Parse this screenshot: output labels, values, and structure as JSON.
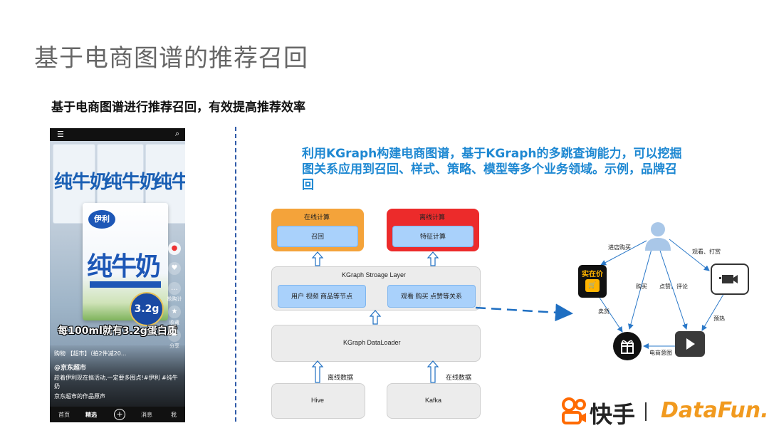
{
  "title": "基于电商图谱的推荐召回",
  "subtitle": "基于电商图谱进行推荐召回，有效提高推荐效率",
  "headline": "利用KGraph构建电商图谱，基于KGraph的多跳查询能力，可以挖掘图关系应用到召回、样式、策略、模型等多个业务领域。示例，品牌召回",
  "phone": {
    "milk_name": "纯牛奶",
    "brand": "伊利",
    "badge": "3.2g",
    "promo_text": "每100ml就有3.2g蛋白质",
    "side_share_label": "分享",
    "side_collect_label": "收藏",
    "side_buy_label": "抢购计",
    "cart_line": "购物 【超市】（拍2件减20...",
    "account": "@京东超市",
    "desc": "趁着伊利现在搞活动,一定要多囤点!#伊利 #纯牛奶",
    "music": "京东超市的作品原声",
    "nav": [
      "首页",
      "精选",
      "+",
      "消息",
      "我"
    ]
  },
  "architecture": {
    "online_title": "在线计算",
    "online_inner": "召回",
    "offline_title": "离线计算",
    "offline_inner": "特征计算",
    "storage_title": "KGraph Stroage Layer",
    "storage_left": "用户 视频 商品等节点",
    "storage_right": "观看 购买 点赞等关系",
    "loader": "KGraph DataLoader",
    "source_left": "Hive",
    "source_left_label": "离线数据",
    "source_right": "Kafka",
    "source_right_label": "在线数据"
  },
  "graph": {
    "edge_enter_buy": "进店购买",
    "edge_watch_tip": "观看、打赏",
    "edge_buy": "购买",
    "edge_like_comment": "点赞、评论",
    "edge_sell": "卖货",
    "edge_preheat": "预热",
    "edge_intent": "电商意图",
    "shop_label": "实在价"
  },
  "footer": {
    "kuaishou": "快手",
    "datafun": "DataFun."
  },
  "colors": {
    "headline": "#1e88d2",
    "arrow_blue": "#1f6fc2",
    "online_orange": "#f4a33a",
    "offline_red": "#ec2b2b",
    "inner_blue": "#a9d1fb",
    "datafun_orange": "#f19a1f",
    "kuaishou_orange": "#ff6a00"
  }
}
